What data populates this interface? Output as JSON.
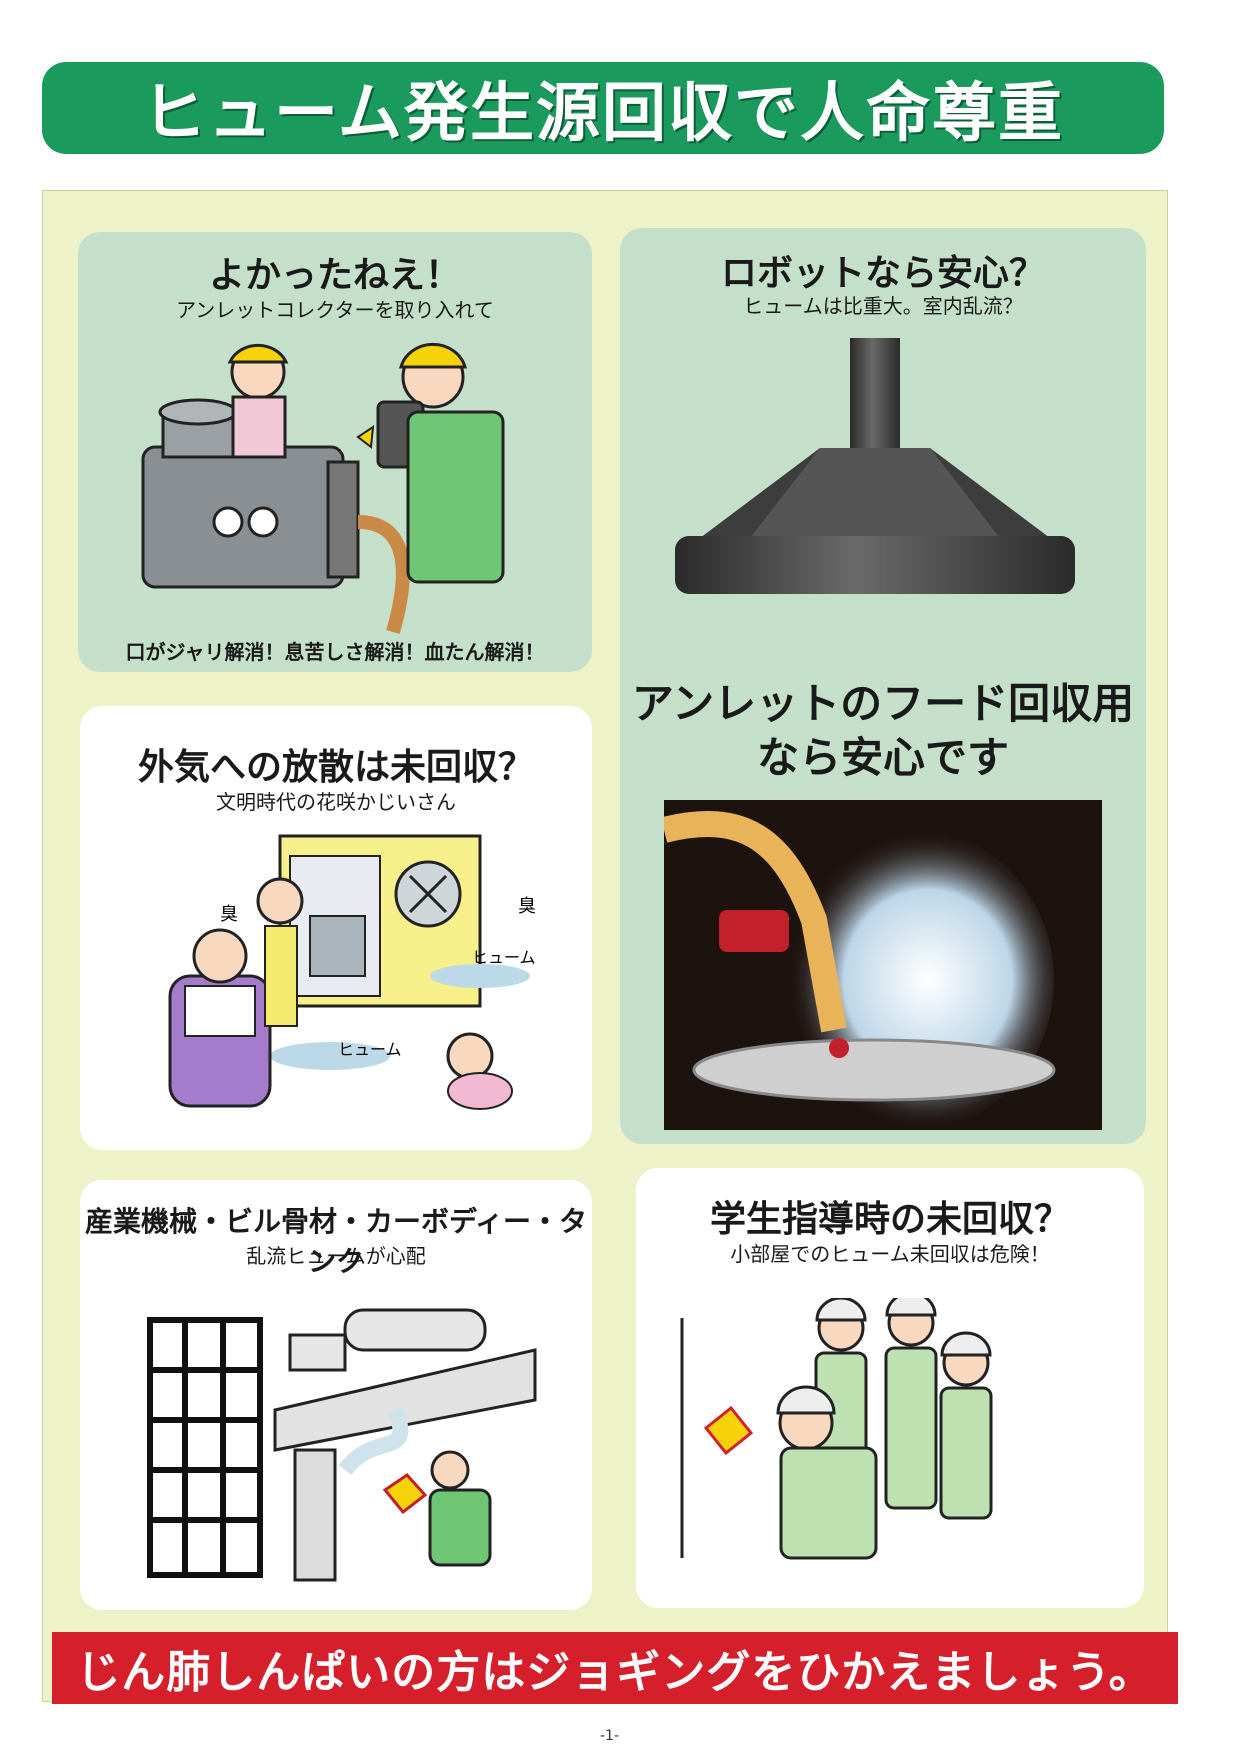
{
  "header": {
    "title": "ヒューム発生源回収で人命尊重"
  },
  "panels": {
    "p1": {
      "title": "よかったねえ！",
      "subtitle": "アンレットコレクターを取り入れて",
      "caption": "口がジャリ解消！息苦しさ解消！血たん解消！"
    },
    "p2": {
      "title": "ロボットなら安心？",
      "subtitle": "ヒュームは比重大。室内乱流？",
      "message_line1": "アンレットのフード回収用",
      "message_line2": "なら安心です"
    },
    "p3": {
      "title": "外気への放散は未回収？",
      "subtitle": "文明時代の花咲かじいさん",
      "label_odor1": "臭",
      "label_odor2": "臭",
      "label_fume1": "ヒューム",
      "label_fume2": "ヒューム"
    },
    "p4": {
      "title": "産業機械・ビル骨材・カーボディー・タンク",
      "subtitle": "乱流ヒュームが心配"
    },
    "p5": {
      "title": "学生指導時の未回収？",
      "subtitle": "小部屋でのヒューム未回収は危険！"
    }
  },
  "footer": {
    "text": "じん肺しんぱいの方はジョギングをひかえましょう。"
  },
  "page_number": "-1-",
  "colors": {
    "banner": "#1b9a5e",
    "board": "#eef2c9",
    "panel_green": "#c4e0ca",
    "footer": "#d5202b"
  }
}
